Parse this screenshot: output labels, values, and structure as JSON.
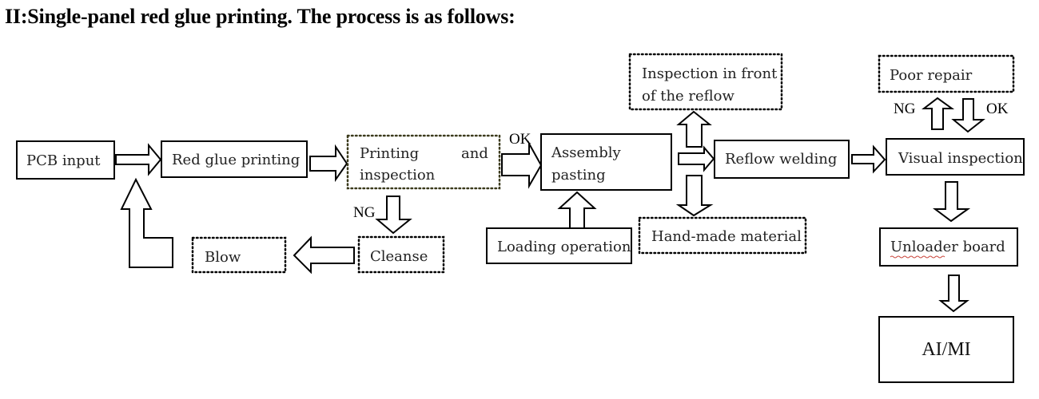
{
  "title": "II:Single-panel red glue printing. The process is as follows:",
  "nodes": {
    "pcb_input": "PCB input",
    "red_glue_printing": "Red glue printing",
    "printing_inspection_line1": "Printing",
    "printing_inspection_line1b": "and",
    "printing_inspection_line2": "inspection",
    "assembly_pasting_line1": "Assembly",
    "assembly_pasting_line2": "pasting",
    "inspection_reflow_line1": "Inspection in front",
    "inspection_reflow_line2": "of the reflow",
    "reflow_welding": "Reflow welding",
    "hand_made_material": "Hand-made material",
    "loading_operation": "Loading operation",
    "cleanse": "Cleanse",
    "blow": "Blow",
    "poor_repair": "Poor repair",
    "visual_inspection": "Visual inspection",
    "unloader_board": "Unloader board",
    "ai_mi": "AI/MI"
  },
  "labels": {
    "ok_after_printing": "OK",
    "ng_after_printing": "NG",
    "ng_visual": "NG",
    "ok_visual": "OK"
  },
  "edges": [
    {
      "from": "PCB input",
      "to": "Red glue printing"
    },
    {
      "from": "Red glue printing",
      "to": "Printing and inspection"
    },
    {
      "from": "Printing and inspection",
      "to": "Assembly pasting",
      "label": "OK"
    },
    {
      "from": "Printing and inspection",
      "to": "Cleanse",
      "label": "NG"
    },
    {
      "from": "Cleanse",
      "to": "Blow"
    },
    {
      "from": "Blow",
      "to": "Red glue printing"
    },
    {
      "from": "Loading operation",
      "to": "Assembly pasting"
    },
    {
      "from": "Assembly pasting",
      "to": "Reflow welding"
    },
    {
      "from": "Assembly pasting",
      "to": "Inspection in front of the reflow"
    },
    {
      "from": "Assembly pasting",
      "to": "Hand-made material"
    },
    {
      "from": "Reflow welding",
      "to": "Visual inspection"
    },
    {
      "from": "Visual inspection",
      "to": "Poor repair",
      "label": "NG"
    },
    {
      "from": "Poor repair",
      "to": "Visual inspection",
      "label": "OK"
    },
    {
      "from": "Visual inspection",
      "to": "Unloader board"
    },
    {
      "from": "Unloader board",
      "to": "AI/MI"
    }
  ]
}
